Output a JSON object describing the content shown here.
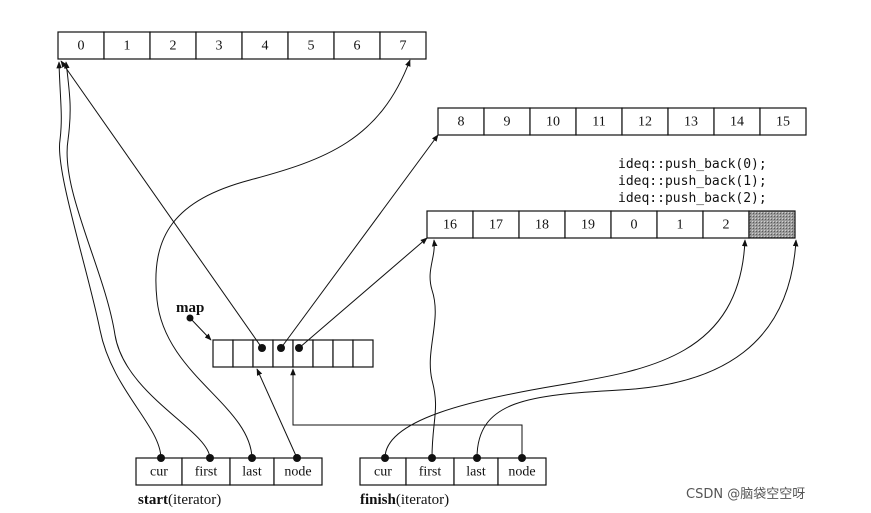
{
  "buffers": [
    {
      "cells": [
        "0",
        "1",
        "2",
        "3",
        "4",
        "5",
        "6",
        "7"
      ]
    },
    {
      "cells": [
        "8",
        "9",
        "10",
        "11",
        "12",
        "13",
        "14",
        "15"
      ]
    },
    {
      "cells": [
        "16",
        "17",
        "18",
        "19",
        "0",
        "1",
        "2",
        ""
      ],
      "shaded_index": 7
    }
  ],
  "code_lines": [
    "ideq::push_back(0);",
    "ideq::push_back(1);",
    "ideq::push_back(2);"
  ],
  "map": {
    "label": "map",
    "slot_count": 8
  },
  "iterators": [
    {
      "name": "start",
      "type_label": "(iterator)",
      "fields": [
        "cur",
        "first",
        "last",
        "node"
      ]
    },
    {
      "name": "finish",
      "type_label": "(iterator)",
      "fields": [
        "cur",
        "first",
        "last",
        "node"
      ]
    }
  ],
  "watermark": "CSDN @脑袋空空呀",
  "colors": {
    "ink": "#111111",
    "shaded_cell": "#8a8a8a"
  }
}
